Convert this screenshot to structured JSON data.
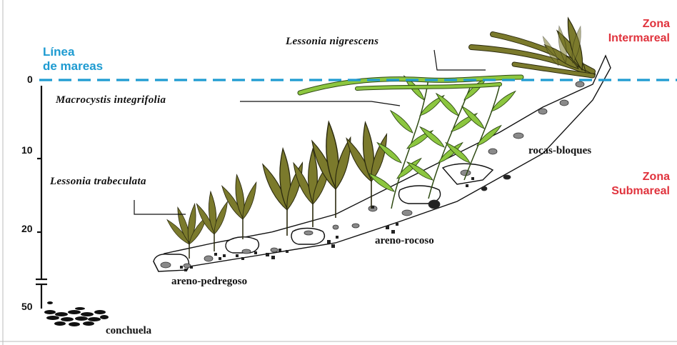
{
  "tide_label": [
    "Línea",
    "de mareas"
  ],
  "zones": {
    "intertidal": [
      "Zona",
      "Intermareal"
    ],
    "subtidal": [
      "Zona",
      "Submareal"
    ]
  },
  "depth_ticks": [
    "0",
    "10",
    "20",
    "50"
  ],
  "species": {
    "lessonia_nigrescens": "Lessonia  nigrescens",
    "macrocystis": "Macrocystis integrifolia",
    "lessonia_trabeculata": "Lessonia     trabeculata"
  },
  "substrates": {
    "rocas": "rocas-bloques",
    "areno_rocoso": "areno-rocoso",
    "areno_pedregoso": "areno-pedregoso",
    "conchuela": "conchuela"
  },
  "colors": {
    "tide_line": "#1e9bd1",
    "zone_text": "#e0333d",
    "kelp_olive": "#7b7a2c",
    "kelp_green": "#8cc63f",
    "frame": "#222222"
  }
}
